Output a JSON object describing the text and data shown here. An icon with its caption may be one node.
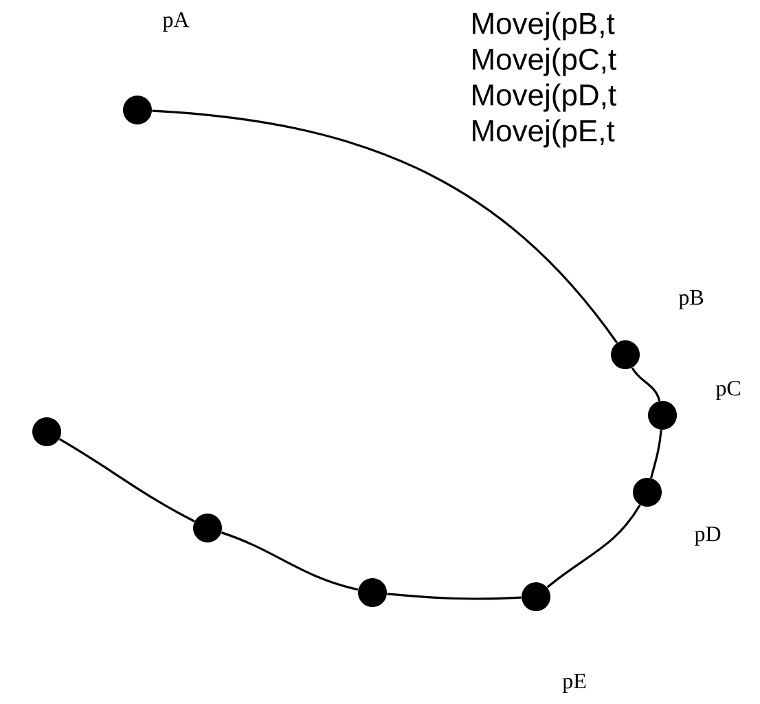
{
  "diagram": {
    "nodes": [
      {
        "text": [],
        "shape": "circle",
        "beside": [
          "pA"
        ]
      },
      {
        "text": [],
        "shape": "circle",
        "beside": [
          "pB"
        ]
      },
      {
        "text": [],
        "shape": "circle",
        "beside": [
          "pC"
        ]
      },
      {
        "text": [],
        "shape": "circle",
        "beside": [
          "pD"
        ]
      },
      {
        "text": [],
        "shape": "circle",
        "beside": [
          "pE"
        ]
      },
      {
        "text": [],
        "shape": "circle"
      },
      {
        "text": [],
        "shape": "circle"
      },
      {
        "text": [],
        "shape": "circle"
      }
    ],
    "edges": [
      {
        "from": 0,
        "to": 1,
        "arrow": "none"
      },
      {
        "from": 1,
        "to": 2,
        "arrow": "none"
      },
      {
        "from": 2,
        "to": 3,
        "arrow": "none"
      },
      {
        "from": 3,
        "to": 4,
        "arrow": "none"
      },
      {
        "from": 4,
        "to": 7,
        "arrow": "none"
      },
      {
        "from": 7,
        "to": 6,
        "arrow": "none"
      },
      {
        "from": 6,
        "to": 5,
        "arrow": "none"
      }
    ],
    "labels": [
      "Movej(pB,t",
      "Movej(pC,t",
      "Movej(pD,t",
      "Movej(pE,t"
    ]
  }
}
